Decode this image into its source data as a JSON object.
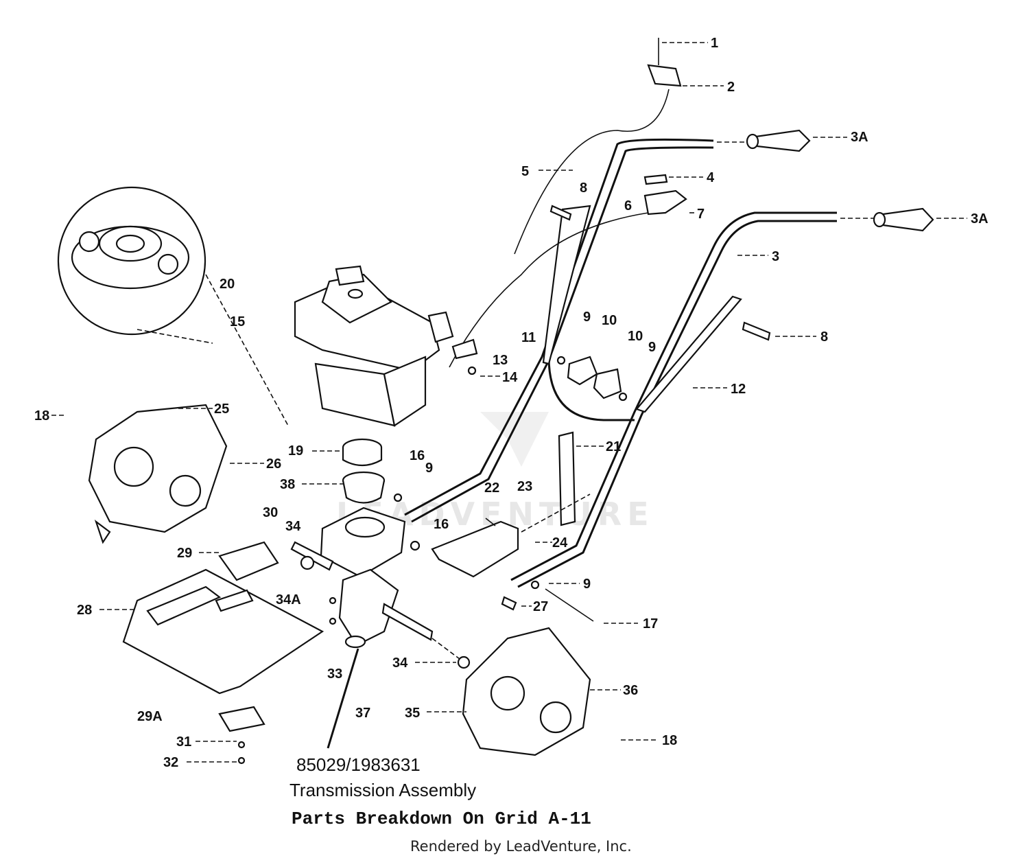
{
  "callouts": [
    "1",
    "2",
    "3A",
    "4",
    "5",
    "6",
    "7",
    "8",
    "3A",
    "3",
    "20",
    "15",
    "9",
    "10",
    "10",
    "9",
    "11",
    "8",
    "13",
    "14",
    "12",
    "18",
    "25",
    "19",
    "16",
    "9",
    "26",
    "21",
    "38",
    "22",
    "23",
    "30",
    "34",
    "16",
    "24",
    "29",
    "9",
    "34A",
    "28",
    "27",
    "17",
    "34",
    "36",
    "33",
    "37",
    "35",
    "29A",
    "31",
    "18",
    "32"
  ],
  "caption": {
    "part_number": "85029/1983631",
    "title": "Transmission Assembly",
    "grid_note": "Parts Breakdown On Grid A-11",
    "rendered_by": "Rendered by LeadVenture, Inc."
  },
  "watermark": "LEADVENTURE"
}
